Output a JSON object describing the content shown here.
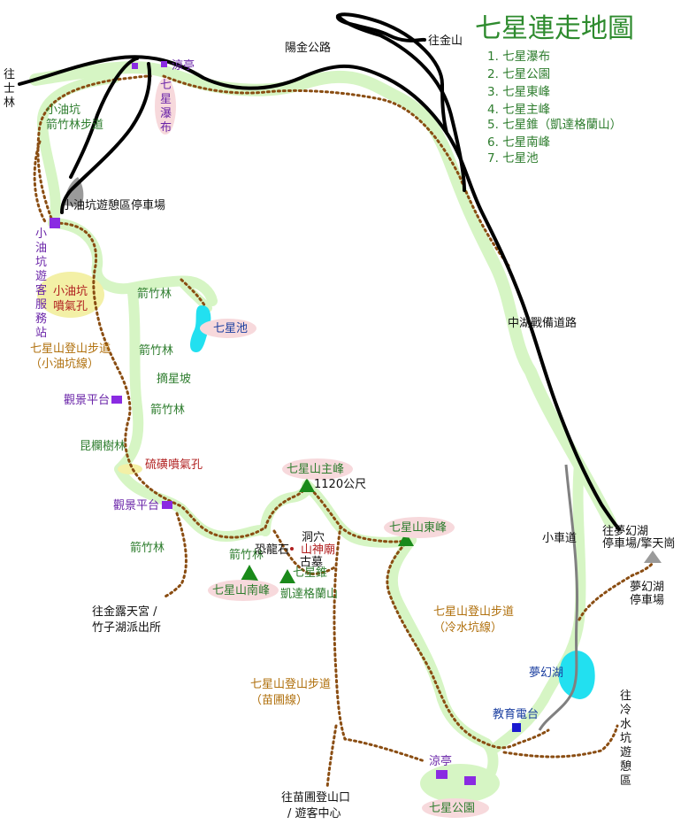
{
  "title": "七星連走地圖",
  "legend": [
    "1. 七星瀑布",
    "2. 七星公園",
    "3. 七星東峰",
    "4. 七星主峰",
    "5. 七星錐（凱達格蘭山）",
    "6. 七星南峰",
    "7. 七星池"
  ],
  "roads": {
    "yangjin": "陽金公路",
    "to_jinshan": "往金山",
    "to_shilin": "往士林",
    "zhonghu": "中湖戰備道路",
    "small_car": "小車道",
    "to_menghuan": "往夢幻湖",
    "to_menghuan_2": "停車場/擎天崗"
  },
  "trails": {
    "xiaoyoukeng_path": "小油坑",
    "xiaoyoukeng_path_2": "箭竹林步道",
    "main_trail": "七星山登山步道",
    "main_trail_sub": "（小油坑線）",
    "lengshui_trail": "七星山登山步道",
    "lengshui_trail_sub": "（冷水坑線）",
    "miaopu_trail": "七星山登山步道",
    "miaopu_trail_sub": "（苗圃線）"
  },
  "vegetation": {
    "bamboo_1": "箭竹林",
    "bamboo_2": "箭竹林",
    "bamboo_3": "箭竹林",
    "bamboo_4": "箭竹林",
    "bamboo_5": "箭竹林",
    "zhaixing": "摘星坡",
    "kunlan": "昆欄樹林"
  },
  "places": {
    "waterfall": "七星瀑布",
    "pavilion_top": "涼亭",
    "parking": "小油坑遊憩區停車場",
    "visitor_center": "小油坑遊客服務站",
    "fumarole": "小油坑噴氣孔",
    "lookout_1": "觀景平台",
    "lookout_2": "觀景平台",
    "sulfur": "硫磺噴氣孔",
    "pond": "七星池",
    "main_peak": "七星山主峰",
    "elevation": "1120公尺",
    "east_peak": "七星山東峰",
    "south_peak": "七星山南峰",
    "cone": "七星錐",
    "ketagalan": "凱達格蘭山",
    "cave": "洞穴",
    "temple": "山神廟",
    "tomb": "古墓",
    "dino_rock": "恐龍石",
    "to_jinbao": "往金露天宮 /",
    "to_jinbao_2": "竹子湖派出所",
    "menghuan_lake": "夢幻湖",
    "menghuan_parking": "夢幻湖",
    "menghuan_parking_2": "停車場",
    "education": "教育電台",
    "pavilion_bottom": "涼亭",
    "qixing_park": "七星公園",
    "to_miaopu": "往苗圃登山口",
    "to_miaopu_2": "/ 遊客中心",
    "to_lengshuikeng": "往冷水坑遊憩區"
  },
  "colors": {
    "road": "#000000",
    "highlight": "#d6f5c4",
    "trail": "#8a4d12",
    "lake": "#22e0f0",
    "peak": "#1a8a1a",
    "marker_purple": "#8a2be2",
    "marker_blue": "#1a1ad0",
    "label_pink": "#f7d9dc",
    "fumarole_fill": "#f3f0a6",
    "parking_gray": "#9a9a9a"
  },
  "icons": [
    "peak-triangle-icon",
    "pavilion-marker-icon",
    "lookout-marker-icon",
    "radio-station-marker-icon",
    "parking-area-icon"
  ]
}
